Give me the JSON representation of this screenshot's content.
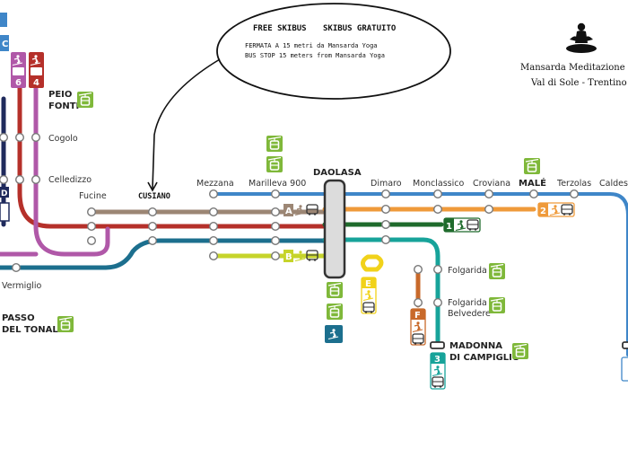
{
  "callout": {
    "title_left": "FREE SKIBUS",
    "title_right": "SKIBUS GRATUITO",
    "line_it": "FERMATA A 15 metri da Mansarda Yoga",
    "line_en": "BUS STOP 15 meters from Mansarda Yoga"
  },
  "brand": {
    "name": "Mansarda Meditazione & Yo",
    "location": "Val di Sole - Trentino"
  },
  "stations": {
    "peio_1": "PEIO",
    "peio_2": "FONTI",
    "cogolo": "Cogolo",
    "celledizzo": "Celledizzo",
    "fucine": "Fucine",
    "cusiano": "CUSIANO",
    "mezzana": "Mezzana",
    "marilleva": "Marilleva 900",
    "daolasa": "DAOLASA",
    "dimaro": "Dimaro",
    "monclassico": "Monclassico",
    "croviana": "Croviana",
    "male": "MALÉ",
    "terzolas": "Terzolas",
    "caldes": "Caldes",
    "vermiglio": "Vermiglio",
    "passo_1": "PASSO",
    "passo_2": "DEL TONALE",
    "folgarida": "Folgarida",
    "folgarida_belv_1": "Folgarida",
    "folgarida_belv_2": "Belvedere",
    "madonna_1": "MADONNA",
    "madonna_2": "DI CAMPIGLIO"
  },
  "line_badges": {
    "a": "A",
    "b": "B",
    "e": "E",
    "f": "F",
    "one": "1",
    "two": "2",
    "three": "3",
    "four": "4",
    "six": "6"
  },
  "colors": {
    "line_red": "#b5302a",
    "line_purple": "#b058a8",
    "line_navy": "#1f2a5c",
    "line_teal": "#1c6f8e",
    "line_taupe": "#9c8674",
    "line_orange": "#ef9a3a",
    "line_green_dark": "#1f6b2c",
    "line_lime": "#c6d42a",
    "line_cyan": "#17a39a",
    "line_blue_light": "#3f86c8",
    "line_yellow": "#f1d21a",
    "line_rust": "#c8692a",
    "badge_green": "#7fb83a"
  },
  "icons": [
    "cable-car-icon",
    "bus-icon",
    "skier-icon",
    "meditation-icon",
    "arrow-icon"
  ]
}
